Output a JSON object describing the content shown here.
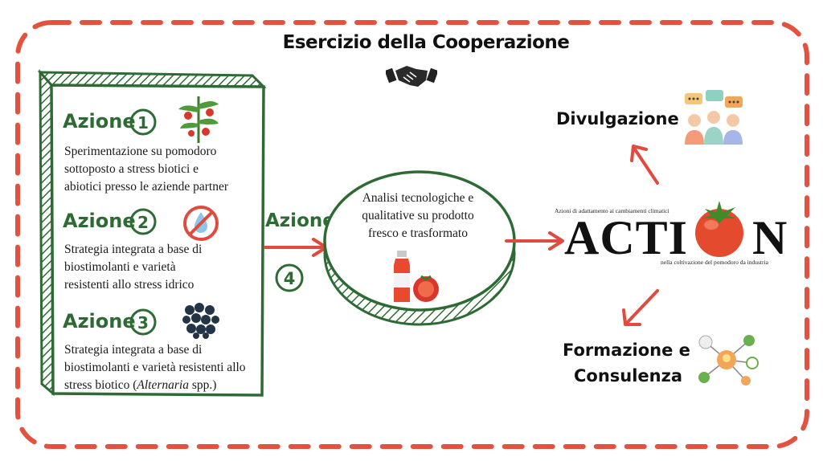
{
  "title": "Esercizio della Cooperazione",
  "colors": {
    "green": "#2e6b34",
    "red": "#e04b3f",
    "dash": "#e5513f"
  },
  "azioni": [
    {
      "label": "Azione",
      "number": "1",
      "text_lines": [
        "Sperimentazione su pomodoro",
        "sottoposto a stress biotici e",
        "abiotici presso le aziende partner"
      ],
      "icon": "tomato-plant-icon"
    },
    {
      "label": "Azione",
      "number": "2",
      "text_lines": [
        "Strategia integrata a base di",
        "biostimolanti e varietà",
        "resistenti allo stress idrico"
      ],
      "icon": "no-water-icon"
    },
    {
      "label": "Azione",
      "number": "3",
      "text_lines": [
        "Strategia integrata a base di",
        "biostimolanti e varietà resistenti allo"
      ],
      "last_line_prefix": "stress biotico (",
      "last_line_italic": "Alternaria",
      "last_line_suffix": " spp.)",
      "icon": "spores-icon"
    }
  ],
  "azione4": {
    "label": "Azione",
    "number": "4"
  },
  "circle": {
    "text_lines": [
      "Analisi tecnologiche e",
      "qualitative su prodotto",
      "fresco e trasformato"
    ],
    "icon": "tomato-juice-icon"
  },
  "logo": {
    "top": "Azioni di adattamento ai cambiamenti climatici",
    "main_left": "ACTI",
    "main_right": "N",
    "bottom": "nella coltivazione del pomodoro da industria"
  },
  "divulgazione": "Divulgazione",
  "formazione": [
    "Formazione e",
    "Consulenza"
  ]
}
